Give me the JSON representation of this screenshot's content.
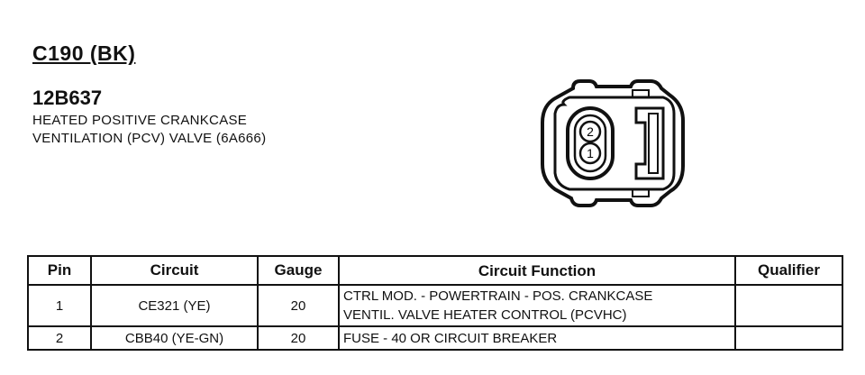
{
  "connector": {
    "id": "C190 (BK)",
    "part_number": "12B637",
    "description_lines": [
      "HEATED POSITIVE CRANKCASE",
      "VENTILATION (PCV) VALVE (6A666)"
    ],
    "pin_labels": [
      "2",
      "1"
    ]
  },
  "table": {
    "headers": {
      "pin": "Pin",
      "circuit": "Circuit",
      "gauge": "Gauge",
      "function": "Circuit Function",
      "qualifier": "Qualifier"
    },
    "rows": [
      {
        "pin": "1",
        "circuit": "CE321 (YE)",
        "gauge": "20",
        "function_lines": [
          "CTRL MOD. - POWERTRAIN - POS. CRANKCASE",
          "VENTIL. VALVE HEATER CONTROL (PCVHC)"
        ],
        "qualifier": ""
      },
      {
        "pin": "2",
        "circuit": "CBB40 (YE-GN)",
        "gauge": "20",
        "function_lines": [
          "FUSE - 40 OR CIRCUIT BREAKER"
        ],
        "qualifier": ""
      }
    ]
  }
}
